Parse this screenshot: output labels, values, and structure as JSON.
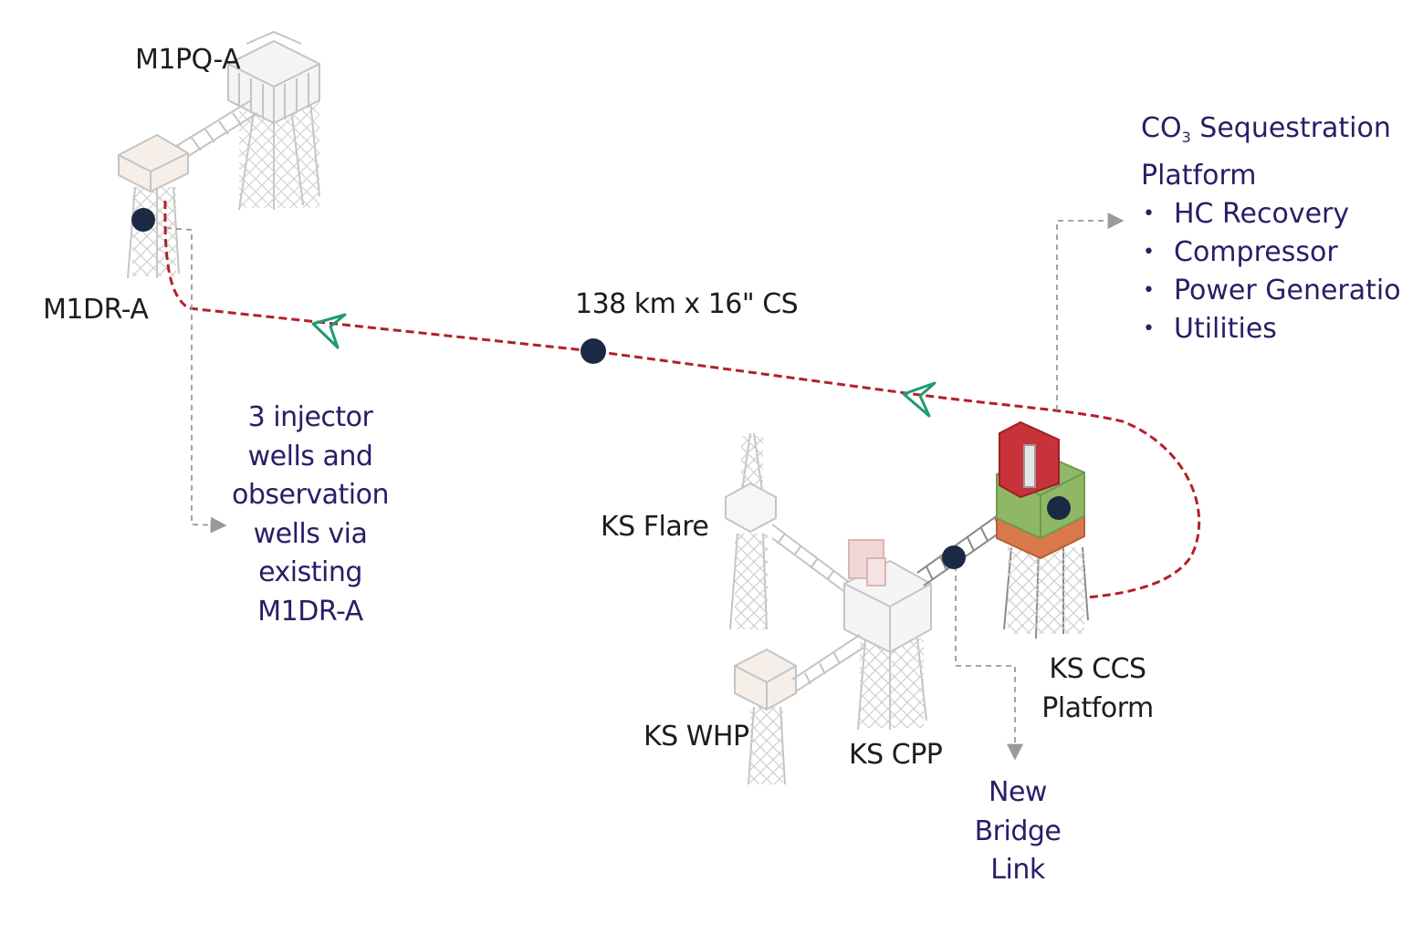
{
  "labels": {
    "m1pq": "M1PQ-A",
    "m1dr": "M1DR-A",
    "pipeline": "138 km x 16\" CS",
    "ks_flare": "KS Flare",
    "ks_whp": "KS WHP",
    "ks_cpp": "KS CPP",
    "ks_ccs_line1": "KS CCS",
    "ks_ccs_line2": "Platform"
  },
  "injector_note": [
    "3 injector",
    "wells and",
    "observation",
    "wells via",
    "existing",
    "M1DR-A"
  ],
  "bridge_note": [
    "New",
    "Bridge",
    "Link"
  ],
  "sequestration": {
    "title_prefix": "CO",
    "title_subscript": "3",
    "title_suffix": " Sequestration",
    "title_line2": "Platform",
    "bullet_symbol": "•",
    "items": [
      "HC Recovery",
      "Compressor",
      "Power Generation",
      "Utilities"
    ]
  },
  "colors": {
    "pipeline": "#b3202a",
    "arrow": "#1f9a73",
    "node": "#1b2a44",
    "structure": "#c9c9c9",
    "navy_text": "#2a1d66",
    "ccs_red": "#c8323a",
    "ccs_green": "#8fb866",
    "ccs_orange": "#d9784a",
    "leader": "#9a9a9a"
  }
}
